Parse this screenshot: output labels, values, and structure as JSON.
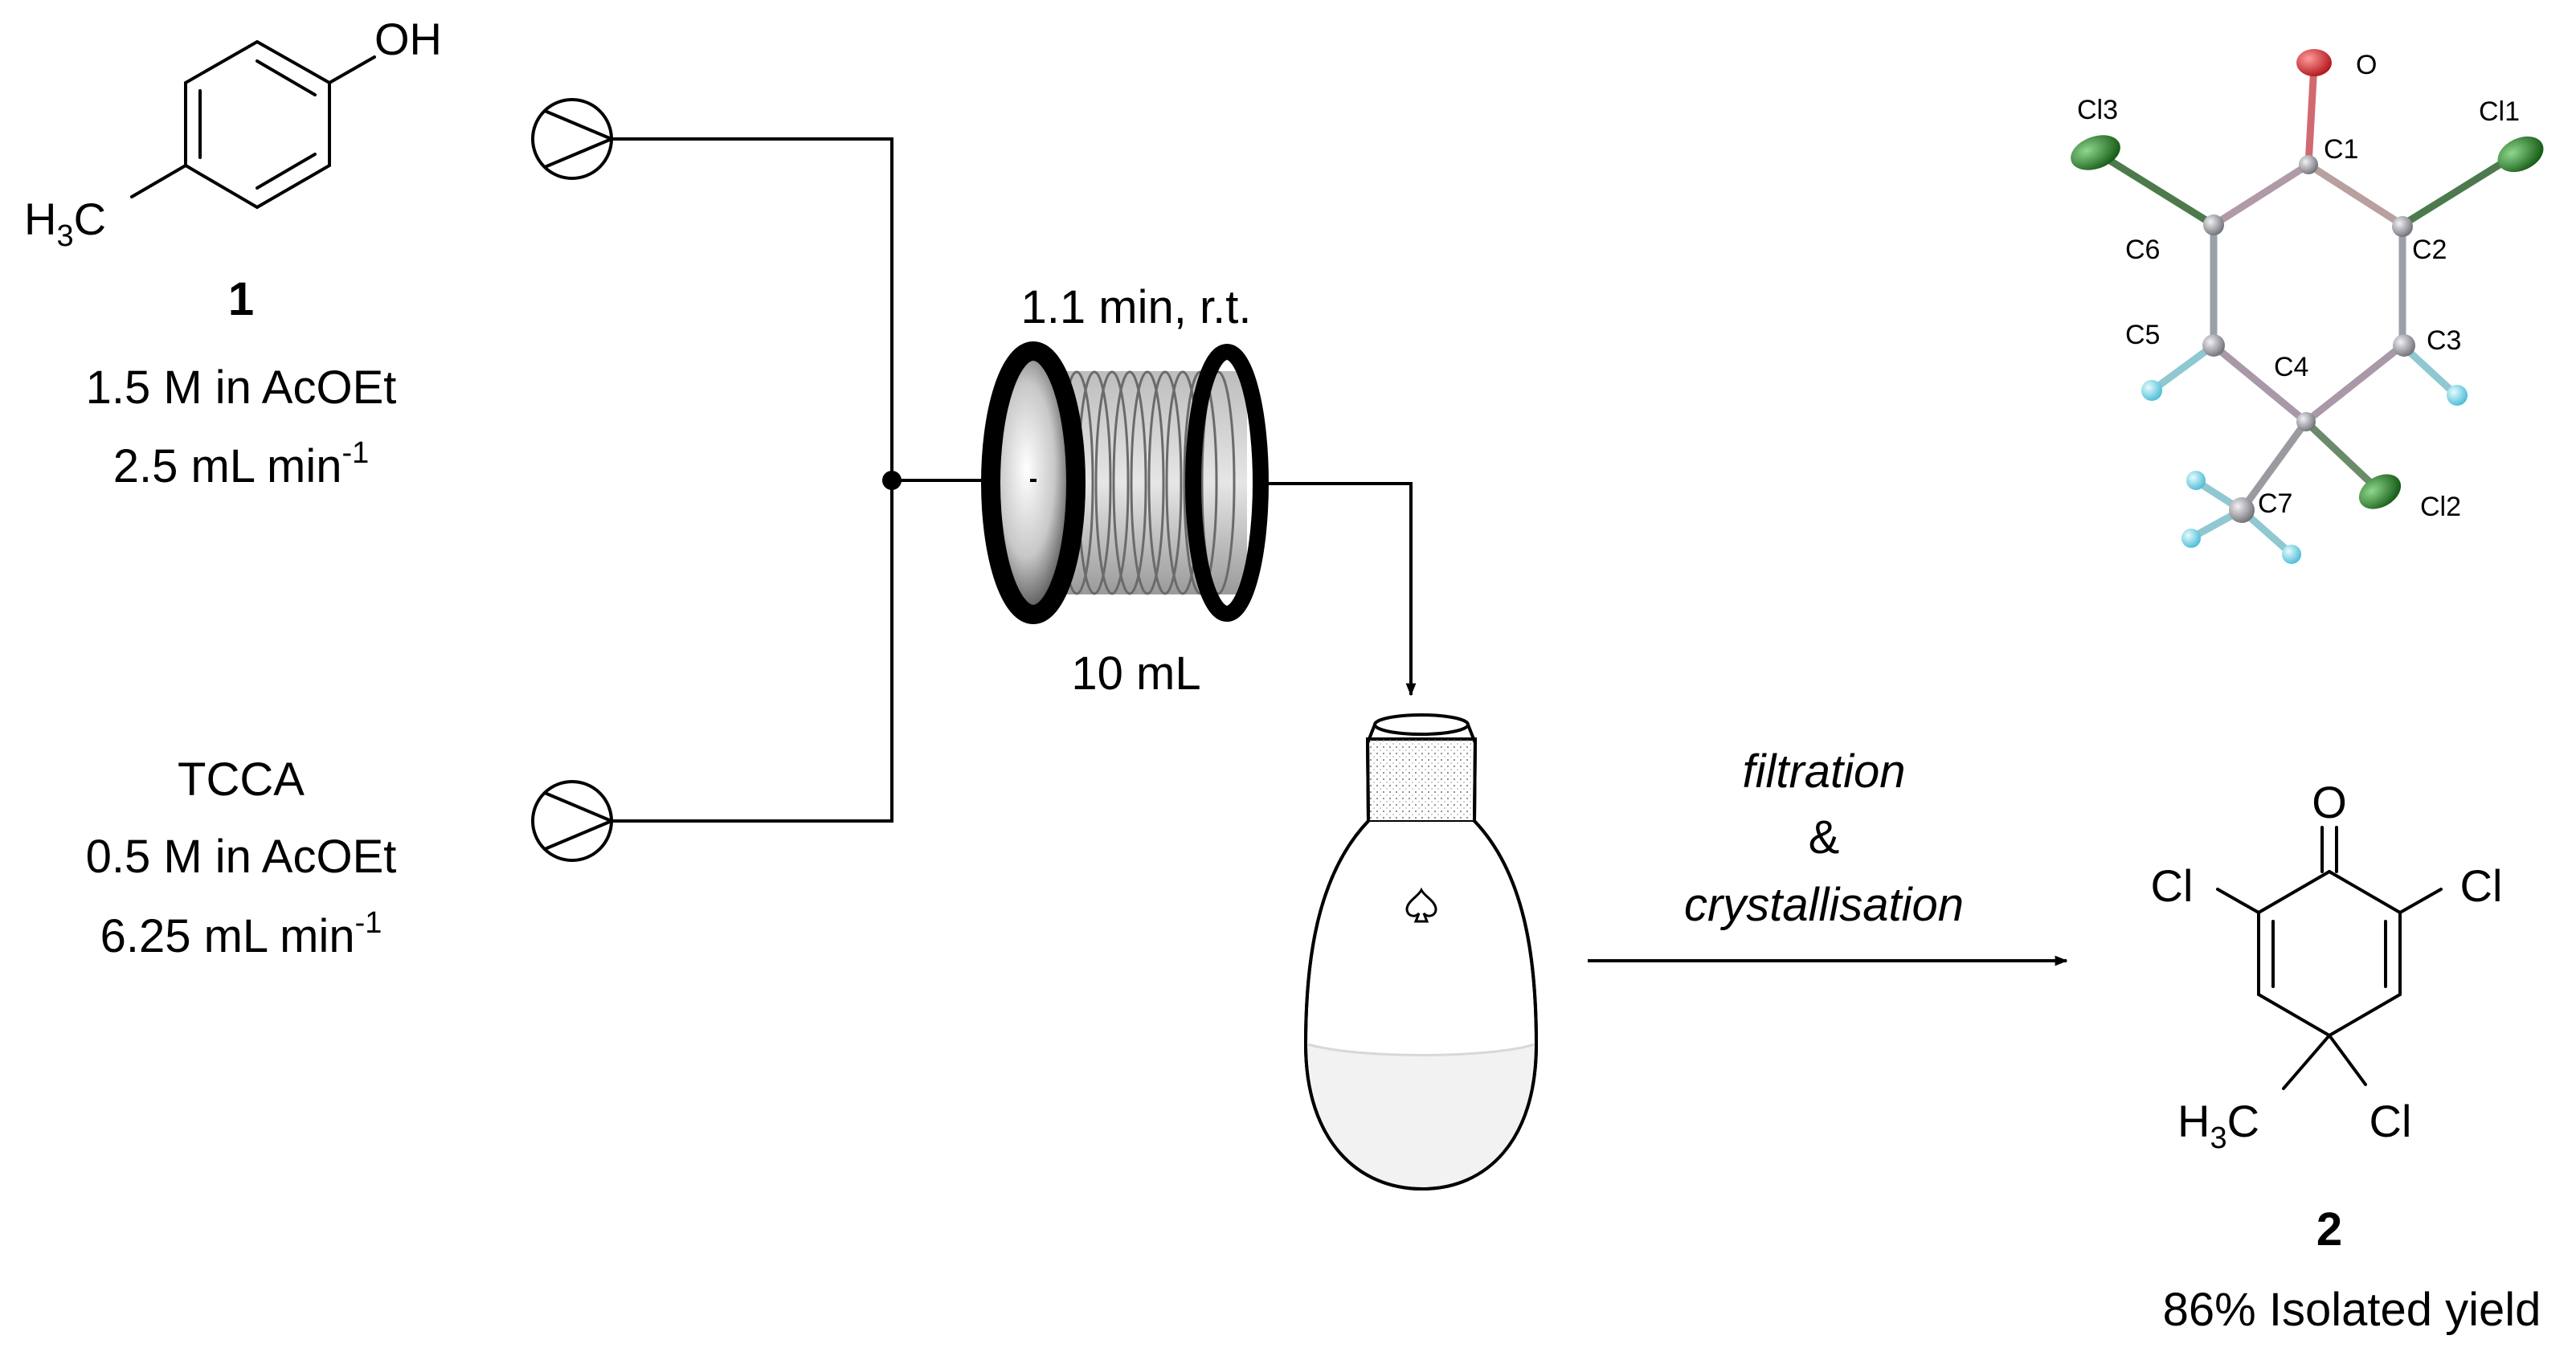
{
  "reagent1": {
    "oh": "OH",
    "methyl": "H",
    "methyl_sub": "3",
    "methyl_c": "C",
    "number": "1",
    "conc": "1.5 M in AcOEt",
    "flow": "2.5 mL min",
    "flow_exp": "-1"
  },
  "reagent2": {
    "name": "TCCA",
    "conc": "0.5 M in AcOEt",
    "flow": "6.25 mL min",
    "flow_exp": "-1"
  },
  "reactor": {
    "conditions": "1.1 min, r.t.",
    "volume": "10 mL"
  },
  "workup": {
    "line1": "filtration",
    "line2": "&",
    "line3": "crystallisation"
  },
  "product": {
    "o": "O",
    "cl_left": "Cl",
    "cl_right": "Cl",
    "cl_bottom": "Cl",
    "methyl": "H",
    "methyl_sub": "3",
    "methyl_c": "C",
    "number": "2",
    "yield": "86% Isolated yield"
  },
  "crystal": {
    "labels": {
      "o": "O",
      "c1": "C1",
      "c2": "C2",
      "c3": "C3",
      "c4": "C4",
      "c5": "C5",
      "c6": "C6",
      "c7": "C7",
      "cl1": "Cl1",
      "cl2": "Cl2",
      "cl3": "Cl3"
    },
    "colors": {
      "carbon": "#9a9aa0",
      "oxygen": "#e0262b",
      "chlorine": "#1f7a1f",
      "hydrogen": "#6fd6e8",
      "bond_a": "#b09aa8",
      "bond_b": "#9aa0a8"
    }
  }
}
